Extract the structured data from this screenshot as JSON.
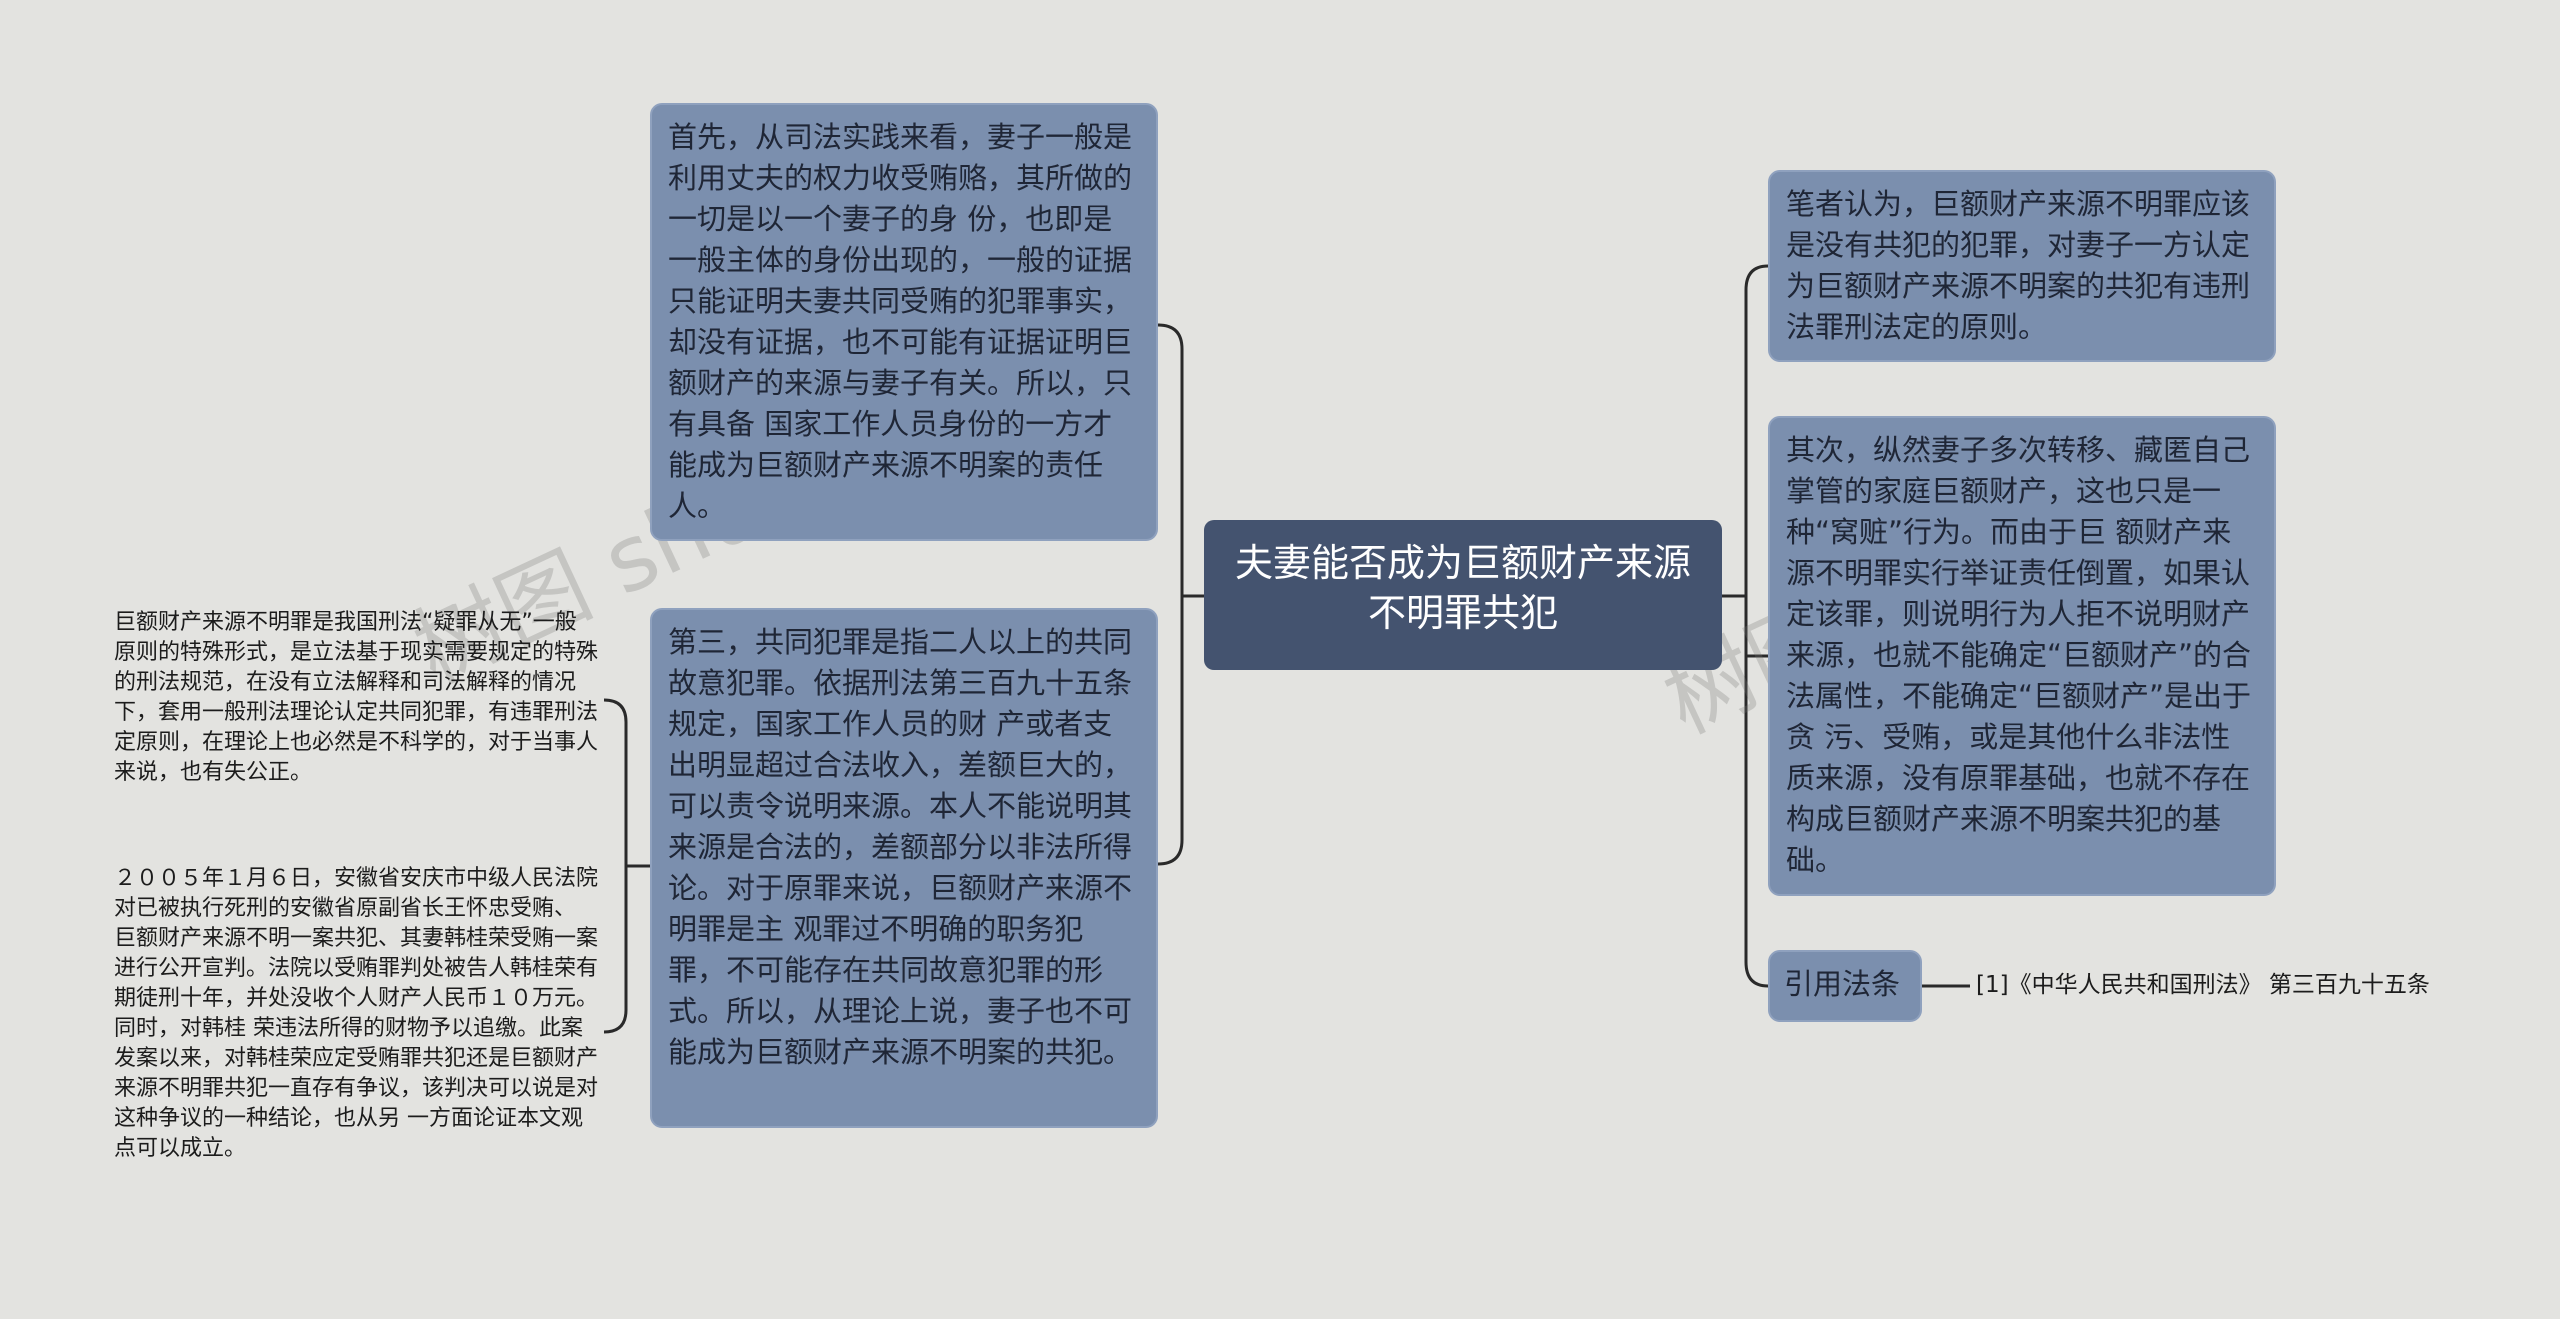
{
  "watermark": {
    "left": "树图 shutu.cn",
    "right": "树图 shutu.cn"
  },
  "center": {
    "title": "夫妻能否成为巨额财产来源不明罪共犯"
  },
  "left_nodes": [
    {
      "text": "首先，从司法实践来看，妻子一般是利用丈夫的权力收受贿赂，其所做的一切是以一个妻子的身 份，也即是一般主体的身份出现的，一般的证据只能证明夫妻共同受贿的犯罪事实，却没有证据，也不可能有证据证明巨额财产的来源与妻子有关。所以，只有具备 国家工作人员身份的一方才能成为巨额财产来源不明案的责任人。"
    },
    {
      "text": "第三，共同犯罪是指二人以上的共同故意犯罪。依据刑法第三百九十五条规定，国家工作人员的财 产或者支出明显超过合法收入，差额巨大的，可以责令说明来源。本人不能说明其来源是合法的，差额部分以非法所得论。对于原罪来说，巨额财产来源不明罪是主 观罪过不明确的职务犯罪，不可能存在共同故意犯罪的形式。所以，从理论上说，妻子也不可能成为巨额财产来源不明案的共犯。"
    }
  ],
  "left_leaves": [
    {
      "text": "巨额财产来源不明罪是我国刑法“疑罪从无”一般原则的特殊形式，是立法基于现实需要规定的特殊的刑法规范，在没有立法解释和司法解释的情况下，套用一般刑法理论认定共同犯罪，有违罪刑法定原则，在理论上也必然是不科学的，对于当事人来说，也有失公正。"
    },
    {
      "text": "２００５年１月６日，安徽省安庆市中级人民法院对已被执行死刑的安徽省原副省长王怀忠受贿、 巨额财产来源不明一案共犯、其妻韩桂荣受贿一案进行公开宣判。法院以受贿罪判处被告人韩桂荣有期徒刑十年，并处没收个人财产人民币１０万元。同时，对韩桂 荣违法所得的财物予以追缴。此案发案以来，对韩桂荣应定受贿罪共犯还是巨额财产来源不明罪共犯一直存有争议，该判决可以说是对这种争议的一种结论，也从另 一方面论证本文观点可以成立。"
    }
  ],
  "right_nodes": [
    {
      "text": "笔者认为，巨额财产来源不明罪应该是没有共犯的犯罪，对妻子一方认定为巨额财产来源不明案的共犯有违刑法罪刑法定的原则。"
    },
    {
      "text": "其次，纵然妻子多次转移、藏匿自己掌管的家庭巨额财产，这也只是一种“窝赃”行为。而由于巨 额财产来源不明罪实行举证责任倒置，如果认定该罪，则说明行为人拒不说明财产来源，也就不能确定“巨额财产”的合法属性，不能确定“巨额财产”是出于贪 污、受贿，或是其他什么非法性质来源，没有原罪基础，也就不存在构成巨额财产来源不明案共犯的基础。"
    },
    {
      "text": "引用法条"
    }
  ],
  "citation": {
    "text": "[1]《中华人民共和国刑法》 第三百九十五条"
  },
  "colors": {
    "background": "#e3e3e0",
    "node_fill": "#7b8fae",
    "center_fill": "#44536f",
    "connector": "#2a2a2a"
  }
}
